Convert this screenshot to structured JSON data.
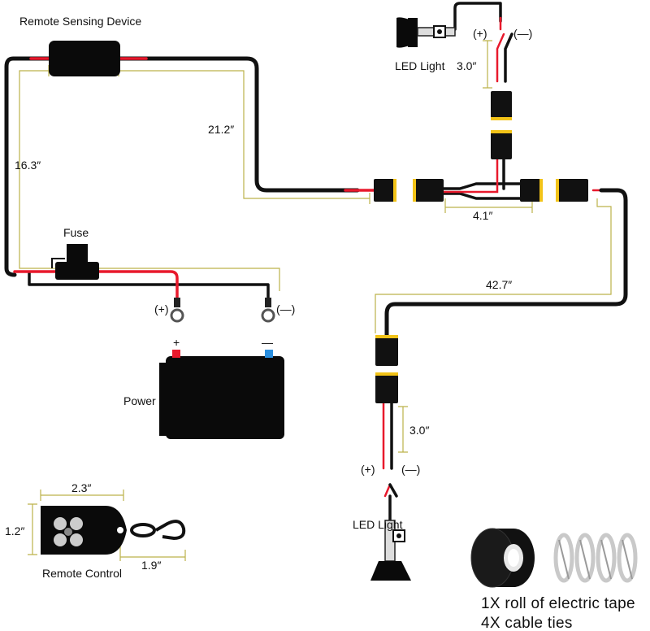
{
  "labels": {
    "remote_sensing_device": "Remote Sensing Device",
    "fuse": "Fuse",
    "power": "Power",
    "led_light_top": "LED Light",
    "led_light_bottom": "LED Light",
    "remote_control": "Remote Control",
    "positive": "(+)",
    "negative": "(—)",
    "battery_plus": "+",
    "battery_minus": "—"
  },
  "dimensions": {
    "d_16_3": "16.3″",
    "d_21_2": "21.2″",
    "d_3_0_top": "3.0″",
    "d_4_1": "4.1″",
    "d_42_7": "42.7″",
    "d_3_0_bottom": "3.0″",
    "remote_width": "2.3″",
    "remote_height": "1.2″",
    "keyring_length": "1.9″"
  },
  "package_contents": {
    "tape": "1X roll of electric tape",
    "ties": "4X cable ties"
  },
  "colors": {
    "wire_positive": "#e8192c",
    "wire_negative": "#111111",
    "connector_band": "#f2c318",
    "guide_line": "#bcb24a",
    "battery_plus_terminal": "#e8192c",
    "battery_minus_terminal": "#2a8fe0"
  }
}
